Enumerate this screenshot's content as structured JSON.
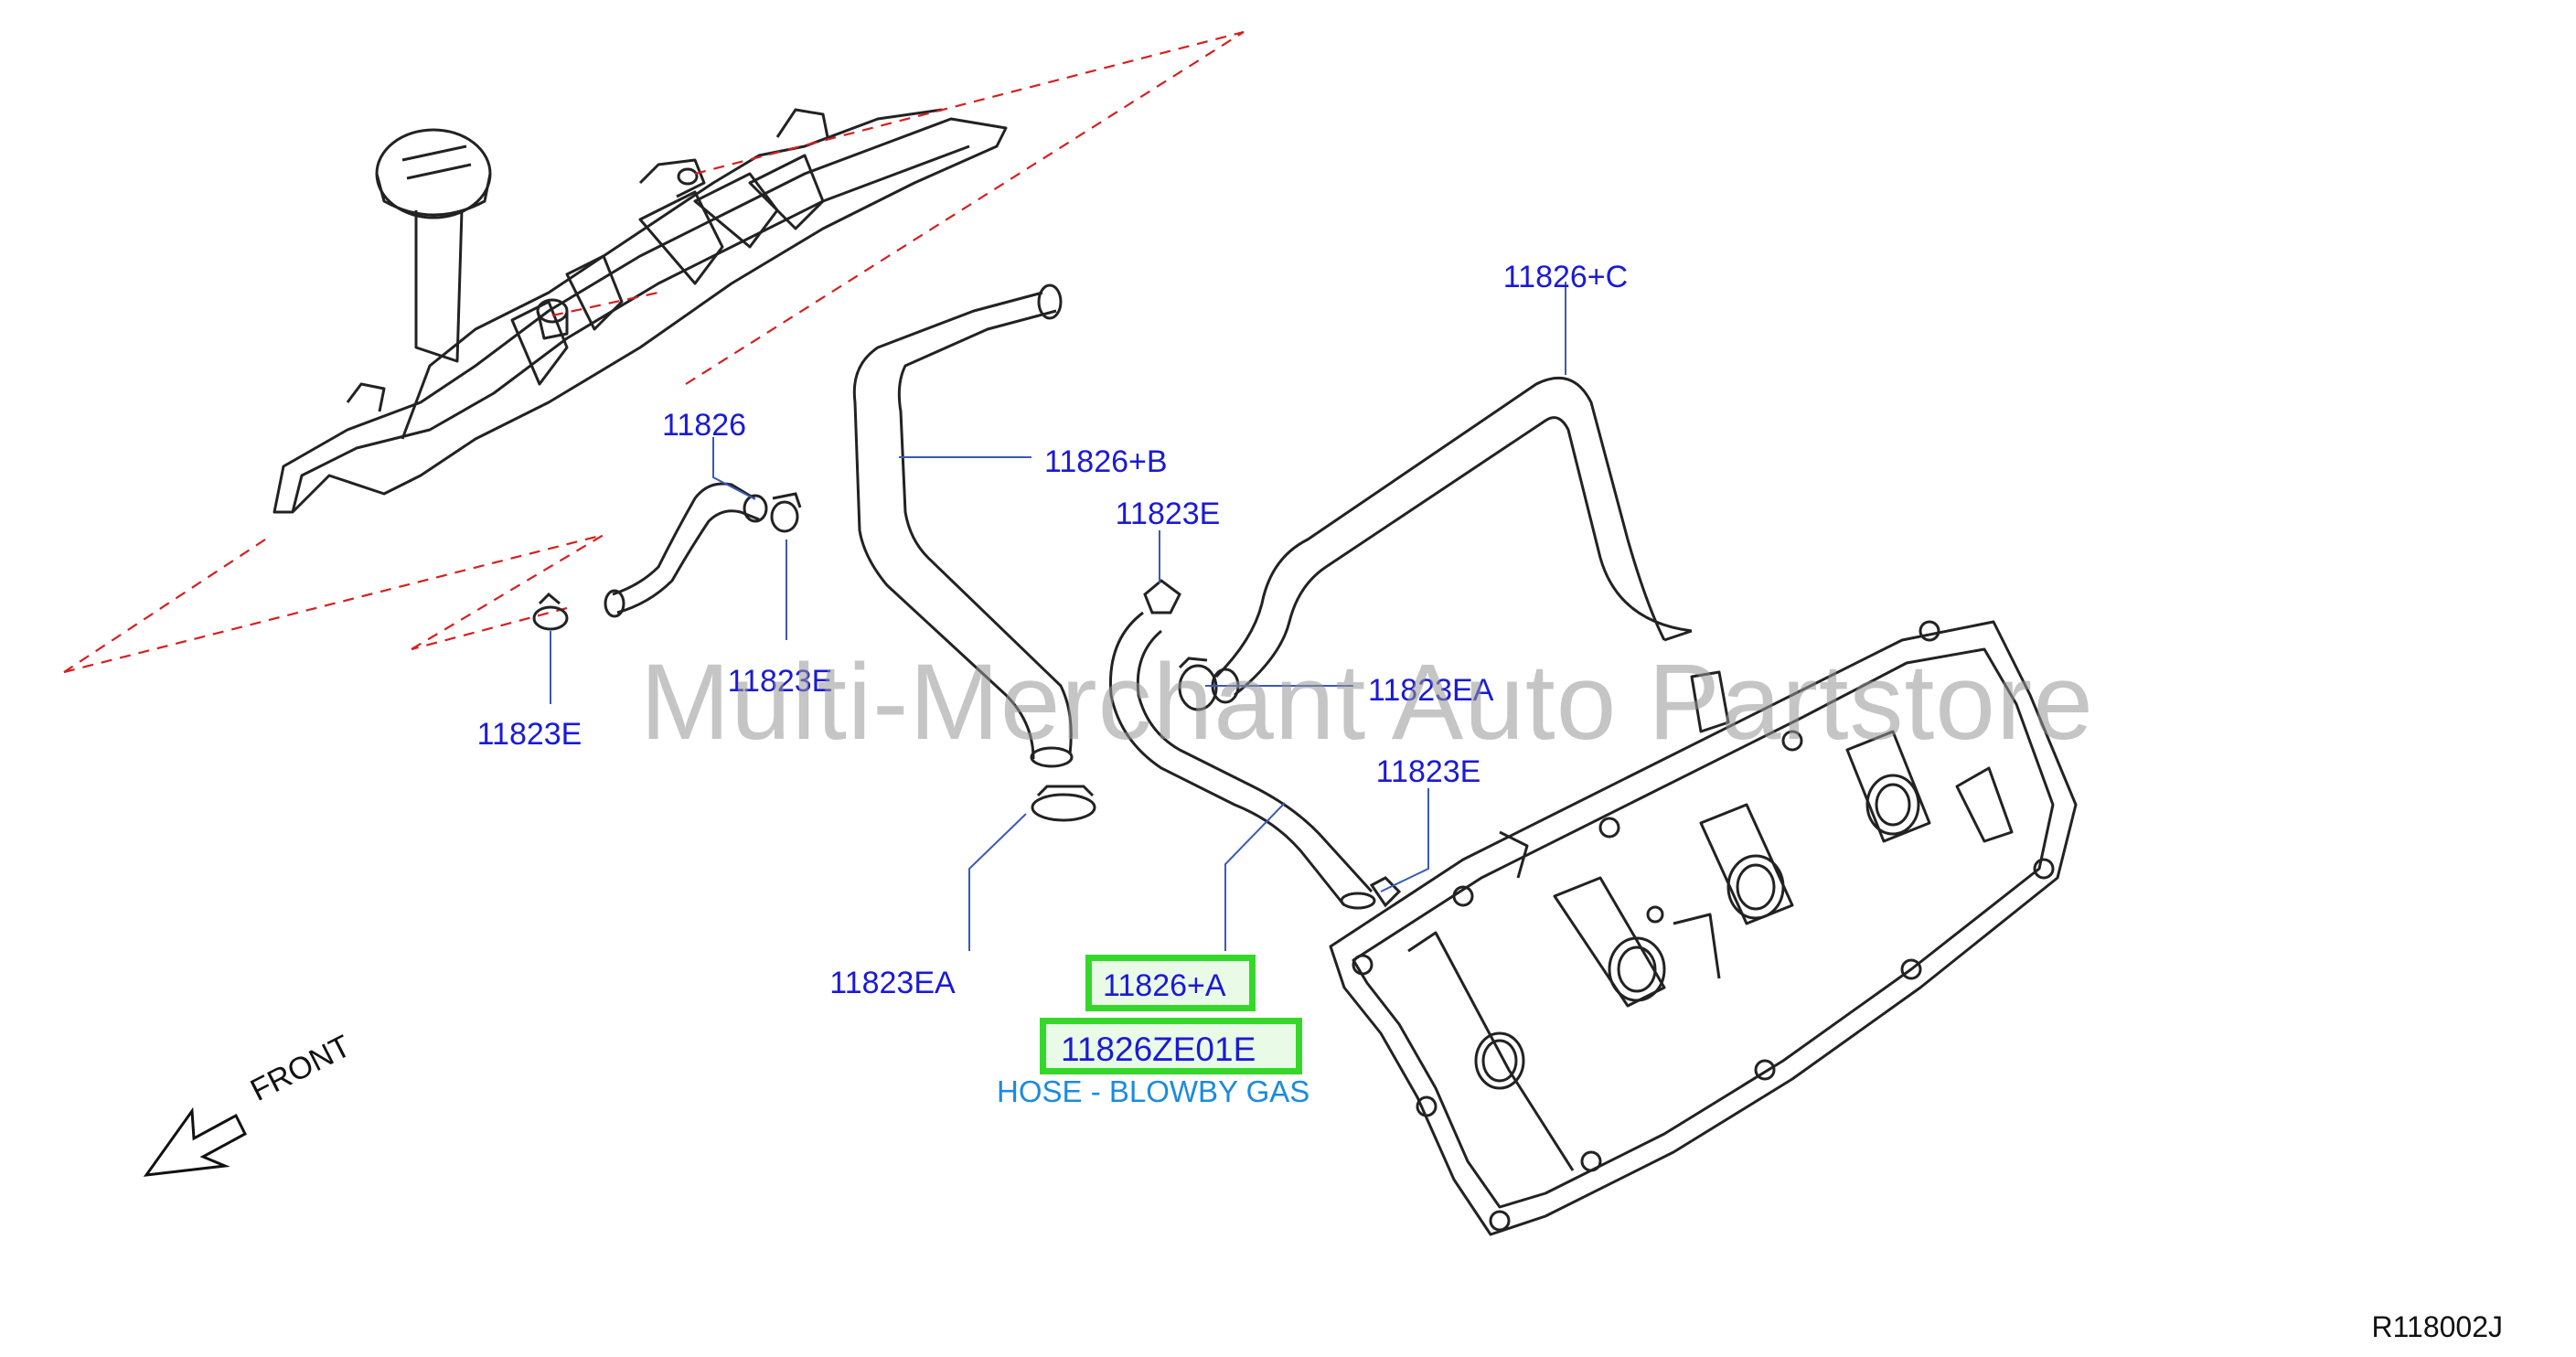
{
  "watermark": "Multi-Merchant Auto Partstore",
  "front_label": "FRONT",
  "reference_code": "R118002J",
  "callouts": {
    "hose_main": "11826",
    "hose_b": "11826+B",
    "hose_c": "11826+C",
    "hose_a": "11826+A",
    "clamp_e_upper": "11823E",
    "clamp_e_left": "11823E",
    "clamp_e_mid": "11823E",
    "clamp_e_right": "11823E",
    "clamp_ea_right": "11823EA",
    "clamp_ea_bottom": "11823EA"
  },
  "selected_part": {
    "part_number": "11826ZE01E",
    "description": "HOSE - BLOWBY GAS"
  },
  "colors": {
    "callout_text": "#1a1ad6",
    "highlight_border": "#35d82a",
    "description_text": "#1b8be0",
    "outline": "#222222",
    "dashed_leader": "#d42020"
  }
}
